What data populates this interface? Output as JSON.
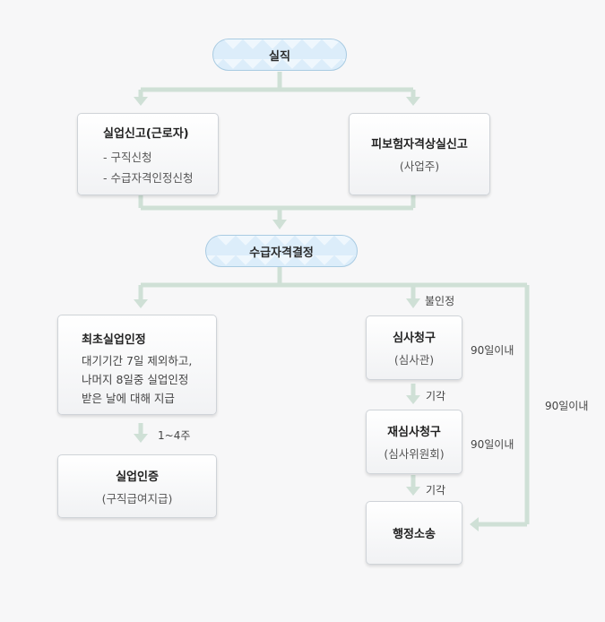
{
  "top": {
    "label": "실직"
  },
  "left_report": {
    "title": "실업신고(근로자)",
    "items": [
      "- 구직신청",
      "- 수급자격인정신청"
    ]
  },
  "right_report": {
    "title": "피보험자격상실신고",
    "sub": "(사업주)"
  },
  "decision": {
    "label": "수급자격결정"
  },
  "first_recognition": {
    "title": "최초실업인정",
    "lines": [
      "대기기간 7일 제외하고,",
      "나머지 8일중 실업인정",
      "받은 날에 대해 지급"
    ]
  },
  "period_label": "1~4주",
  "certification": {
    "title": "실업인증",
    "sub": "(구직급여지급)"
  },
  "not_recognized_label": "불인정",
  "review": {
    "title": "심사청구",
    "sub": "(심사관)"
  },
  "review_deadline": "90일이내",
  "dismissed_label_1": "기각",
  "re_review": {
    "title": "재심사청구",
    "sub": "(심사위원회)"
  },
  "re_review_deadline": "90일이내",
  "dismissed_label_2": "기각",
  "lawsuit": {
    "title": "행정소송"
  },
  "lawsuit_deadline": "90일이내",
  "colors": {
    "connector": "#cfe0d6",
    "pill_fill": "#dcedfa",
    "pill_border": "#a9cbe2",
    "box_border": "#cfd3d8"
  }
}
